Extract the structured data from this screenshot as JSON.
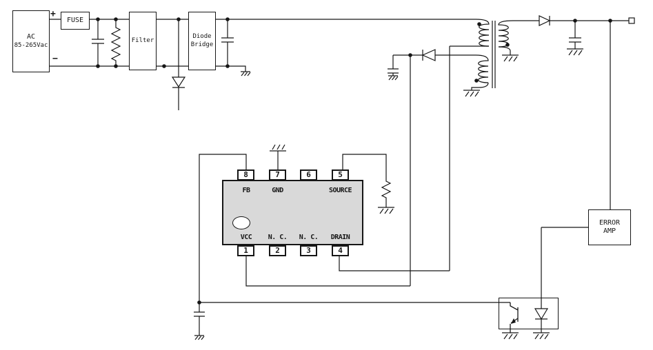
{
  "diagram": {
    "colors": {
      "line": "#161616",
      "ic_fill": "#d9d9d9",
      "background": "#ffffff"
    },
    "ac_source": {
      "name": "AC",
      "range": "85-265Vac",
      "plus": "+",
      "minus": "−"
    },
    "fuse_label": "FUSE",
    "filter_label": "Filter",
    "diode_bridge": {
      "line1": "Diode",
      "line2": "Bridge"
    },
    "error_amp": {
      "line1": "ERROR",
      "line2": "AMP"
    },
    "ic": {
      "top_pins": [
        {
          "num": "8",
          "label": "FB"
        },
        {
          "num": "7",
          "label": "GND"
        },
        {
          "num": "6",
          "label": ""
        },
        {
          "num": "5",
          "label": "SOURCE"
        }
      ],
      "bottom_pins": [
        {
          "num": "1",
          "label": "VCC"
        },
        {
          "num": "2",
          "label": "N. C."
        },
        {
          "num": "3",
          "label": "N. C."
        },
        {
          "num": "4",
          "label": "DRAIN"
        }
      ]
    }
  }
}
